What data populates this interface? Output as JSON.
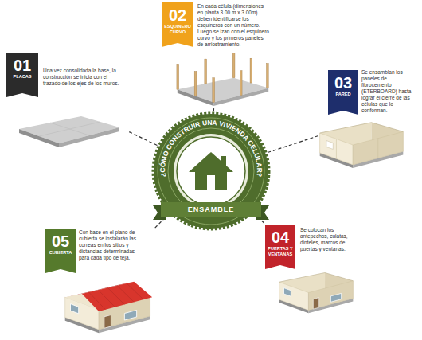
{
  "diagram": {
    "title": "¿CÓMO CONSTRUIR UNA VIVIENDA CELULAR?",
    "nodes": [
      {
        "text": [
          "Una vez consolidada la base, la construcción se inicia con el trazado de los ejes de los muros."
        ]
      },
      {
        "text": [
          "01",
          "PLACAS"
        ],
        "in": 0
      },
      {
        "text": [
          "En cada célula (dimensiones en planta 3.00 m x 3.00m) deben identificarse los esquineros con un número. Luego se izan con el esquinero curvo y los primeros paneles de arriostramiento."
        ]
      },
      {
        "text": [
          "02",
          "ESQUINERO CURVO"
        ],
        "in": 2
      },
      {
        "text": [
          "Se ensamblan los paneles de fibrocemento (ETERBOARD) hasta lograr el cierre de las células que lo conforman."
        ]
      },
      {
        "text": [
          "03",
          "PARED"
        ],
        "in": 4
      },
      {
        "text": [
          "Se colocan los antepechos, culatas, dinteles, marcos de puertas y ventanas."
        ]
      },
      {
        "text": [
          "04",
          "PUERTAS Y VENTANAS"
        ],
        "in": 6
      },
      {
        "text": [
          "Con base en el plano de cubierta se instalarán las correas en los sitios y distancias determinadas para cada tipo de teja."
        ]
      },
      {
        "text": [
          "05",
          "CUBIERTA"
        ],
        "in": 8
      },
      {
        "text": [
          "ENSAMBLE"
        ]
      }
    ],
    "edges": [
      {
        "from": 10,
        "to": 0,
        "arrow": "none"
      },
      {
        "from": 10,
        "to": 2,
        "arrow": "none"
      },
      {
        "from": 10,
        "to": 4,
        "arrow": "none"
      },
      {
        "from": 10,
        "to": 6,
        "arrow": "none"
      },
      {
        "from": 10,
        "to": 8,
        "arrow": "none"
      }
    ]
  }
}
